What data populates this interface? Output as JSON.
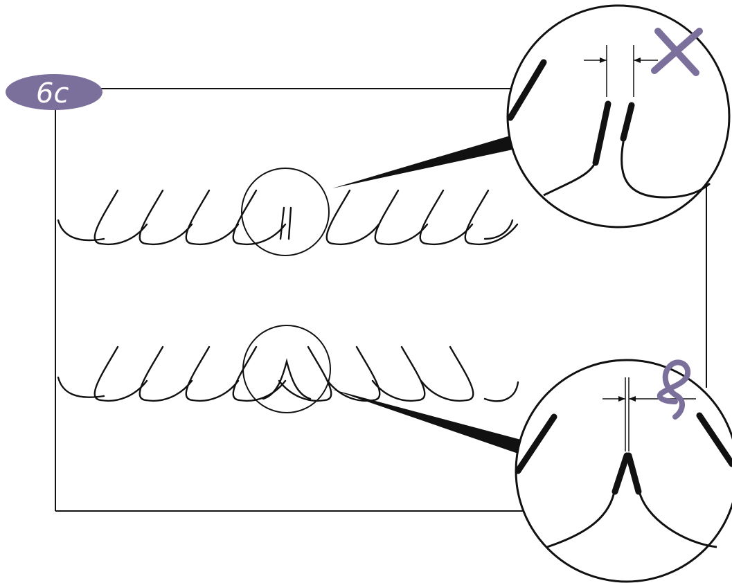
{
  "figure": {
    "badge": {
      "label": "6c",
      "color": "#7b6f9c"
    },
    "colors": {
      "ink": "#111111",
      "accent": "#7b6f9c",
      "background": "#ffffff"
    },
    "top_row": {
      "description_icon": "cross-icon",
      "marker": "x-mark",
      "accent_color": "#7b6f9c"
    },
    "bottom_row": {
      "description_icon": "loop-check-icon",
      "marker": "loop-mark",
      "accent_color": "#7b6f9c"
    }
  }
}
